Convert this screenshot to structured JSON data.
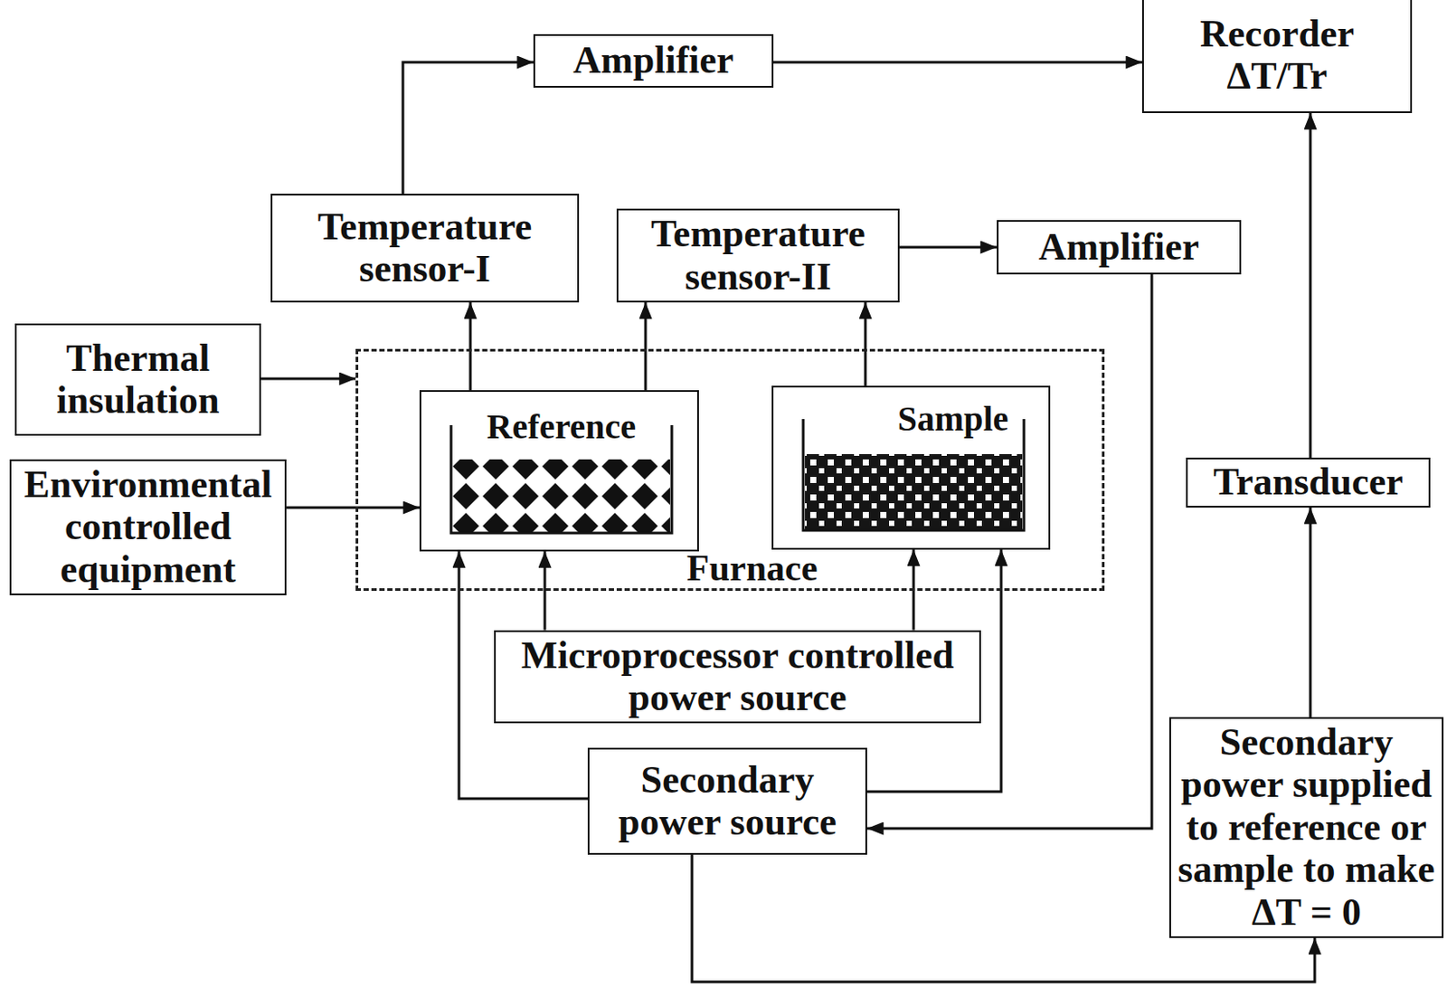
{
  "diagram": {
    "nodes": [
      {
        "text": [
          "Amplifier"
        ]
      },
      {
        "text": [
          "Recorder ΔT/Tr"
        ]
      },
      {
        "text": [
          "Temperature sensor-I"
        ]
      },
      {
        "text": [
          "Temperature sensor-II"
        ]
      },
      {
        "text": [
          "Amplifier"
        ]
      },
      {
        "text": [
          "Thermal insulation"
        ]
      },
      {
        "text": [
          "Environmental controlled equipment"
        ]
      },
      {
        "text": [
          "Furnace"
        ]
      },
      {
        "text": [
          "Reference"
        ],
        "in": 7
      },
      {
        "text": [
          "Sample"
        ],
        "in": 7
      },
      {
        "text": [
          "Microprocessor controlled power source"
        ]
      },
      {
        "text": [
          "Secondary power source"
        ]
      },
      {
        "text": [
          "Transducer"
        ]
      },
      {
        "text": [
          "Secondary power supplied to reference or sample to make ΔT = 0"
        ]
      }
    ],
    "edges": [
      {
        "from": 2,
        "to": 0,
        "arrow": "to"
      },
      {
        "from": 0,
        "to": 1,
        "arrow": "to"
      },
      {
        "from": 8,
        "to": 2,
        "arrow": "to"
      },
      {
        "from": 8,
        "to": 3,
        "arrow": "to"
      },
      {
        "from": 9,
        "to": 3,
        "arrow": "to"
      },
      {
        "from": 3,
        "to": 4,
        "arrow": "to"
      },
      {
        "from": 4,
        "to": 11,
        "arrow": "to"
      },
      {
        "from": 5,
        "to": 7,
        "arrow": "to"
      },
      {
        "from": 6,
        "to": 8,
        "arrow": "to"
      },
      {
        "from": 10,
        "to": 8,
        "arrow": "to"
      },
      {
        "from": 10,
        "to": 9,
        "arrow": "to"
      },
      {
        "from": 11,
        "to": 8,
        "arrow": "to"
      },
      {
        "from": 11,
        "to": 9,
        "arrow": "to"
      },
      {
        "from": 11,
        "to": 13,
        "arrow": "to"
      },
      {
        "from": 13,
        "to": 12,
        "arrow": "to"
      },
      {
        "from": 12,
        "to": 1,
        "arrow": "to"
      }
    ]
  }
}
